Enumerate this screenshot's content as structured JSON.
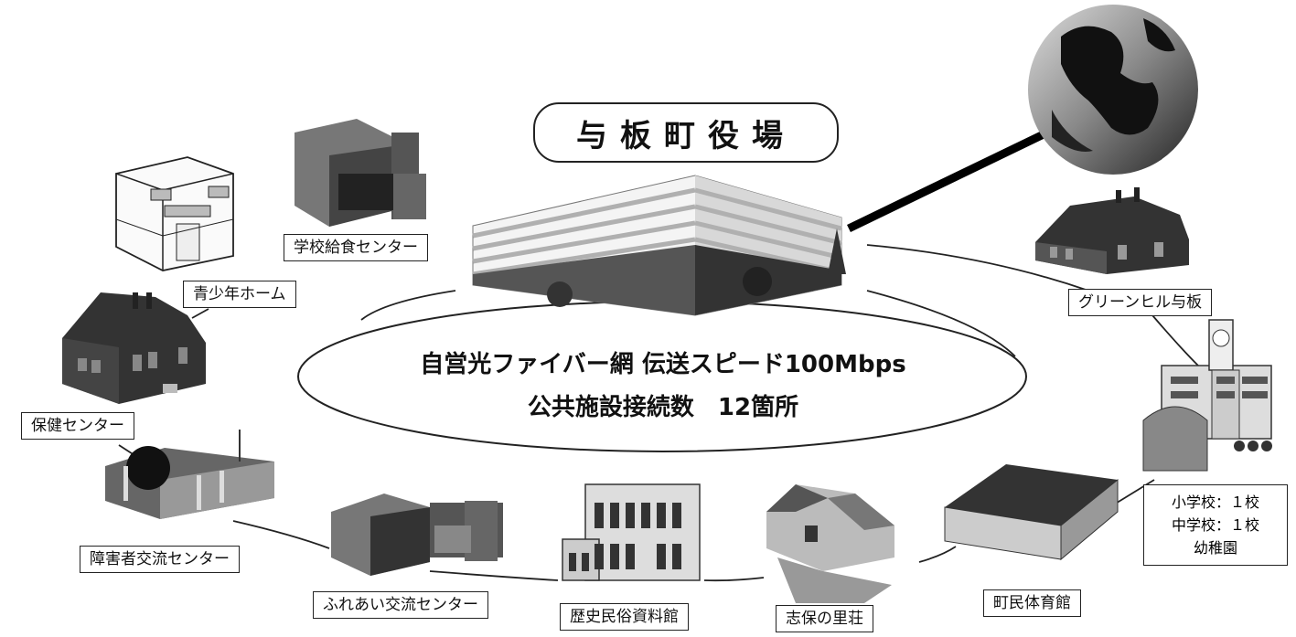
{
  "center": {
    "title": "与板町役場",
    "line1": "自営光ファイバー網 伝送スピード100Mbps",
    "line2": "公共施設接続数　12箇所"
  },
  "facilities": {
    "kyushoku": "学校給食センター",
    "seishonen": "青少年ホーム",
    "hoken": "保健センター",
    "shogaisha": "障害者交流センター",
    "fureai": "ふれあい交流センター",
    "rekishi": "歴史民俗資料館",
    "shiho": "志保の里荘",
    "taiikukan": "町民体育館",
    "greenhill": "グリーンヒル与板"
  },
  "schools": {
    "line1": "小学校：１校",
    "line2": "中学校：１校",
    "line3": "幼稚園"
  }
}
